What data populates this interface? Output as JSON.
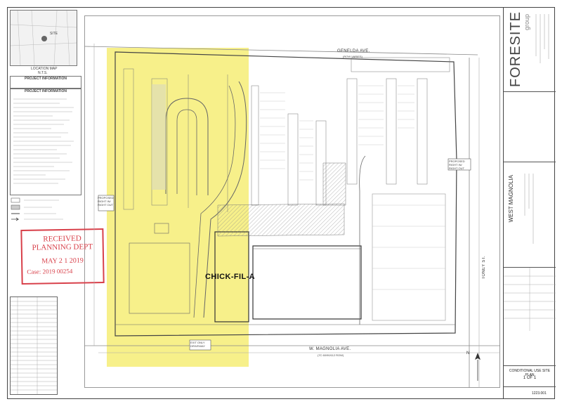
{
  "location_map": {
    "label": "LOCATION MAP",
    "scale": "N.T.S.",
    "site_label": "SITE"
  },
  "project_information": {
    "heading_1": "PROJECT INFORMATION",
    "heading_2": "PROJECT INFORMATION"
  },
  "streets": {
    "north": "GENELDA AVE.",
    "north_sub": "(ROW VARIES)",
    "south": "W. MAGNOLIA AVE.",
    "south_sub": "(7C 60/90/112 ROW)",
    "east": "TONEY ST."
  },
  "tenant_label": "CHICK-FIL-A",
  "callouts": {
    "left": "PROPOSED RIGHT IN/ RIGHT OUT",
    "right": "PROPOSED RIGHT IN/ RIGHT OUT",
    "exit": "EXIT ONLY DRIVEWAY"
  },
  "stamp": {
    "line1": "RECEIVED",
    "line2": "PLANNING DEPT",
    "date": "MAY 2 1 2019",
    "case": "Case: 2019 00254"
  },
  "title_block": {
    "firm_name": "FORESITE",
    "firm_sub": "group",
    "project_name": "WEST MAGNOLIA",
    "sheet_title": "CONDITIONAL USE SITE PLAN",
    "sheet_count": "1 OF 1",
    "sheet_number": "1223.001"
  },
  "north_arrow": "N",
  "colors": {
    "highlight": "#f7f08a",
    "stamp": "#d8404a",
    "linework": "#555555"
  }
}
